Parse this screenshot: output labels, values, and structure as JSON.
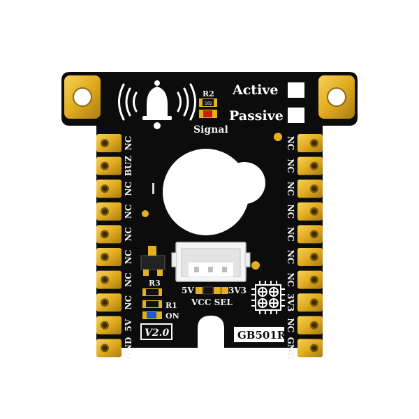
{
  "board": {
    "model": "GB501R",
    "version": "V2.0",
    "mode_labels": {
      "active": "Active",
      "passive": "Passive"
    },
    "signal": {
      "resistor": "R2",
      "label": "Signal"
    },
    "left_pins": [
      "NC",
      "BUZ",
      "NC",
      "NC",
      "NC",
      "NC",
      "NC",
      "NC",
      "5V",
      "GND"
    ],
    "right_pins": [
      "NC",
      "NC",
      "NC",
      "NC",
      "NC",
      "NC",
      "NC",
      "3V3",
      "NC",
      "GND"
    ],
    "vcc_sel": {
      "left": "5V",
      "right": "3V3",
      "label": "VCC SEL"
    },
    "components": {
      "r3": "R3",
      "r1": "R1",
      "on": "ON"
    },
    "colors": {
      "pcb": "#0c0c0c",
      "gold": "#e4b020",
      "gold_dark": "#9a7410",
      "silkscreen": "#ffffff",
      "led_red": "#d01818",
      "led_blue": "#1c58e0"
    }
  }
}
